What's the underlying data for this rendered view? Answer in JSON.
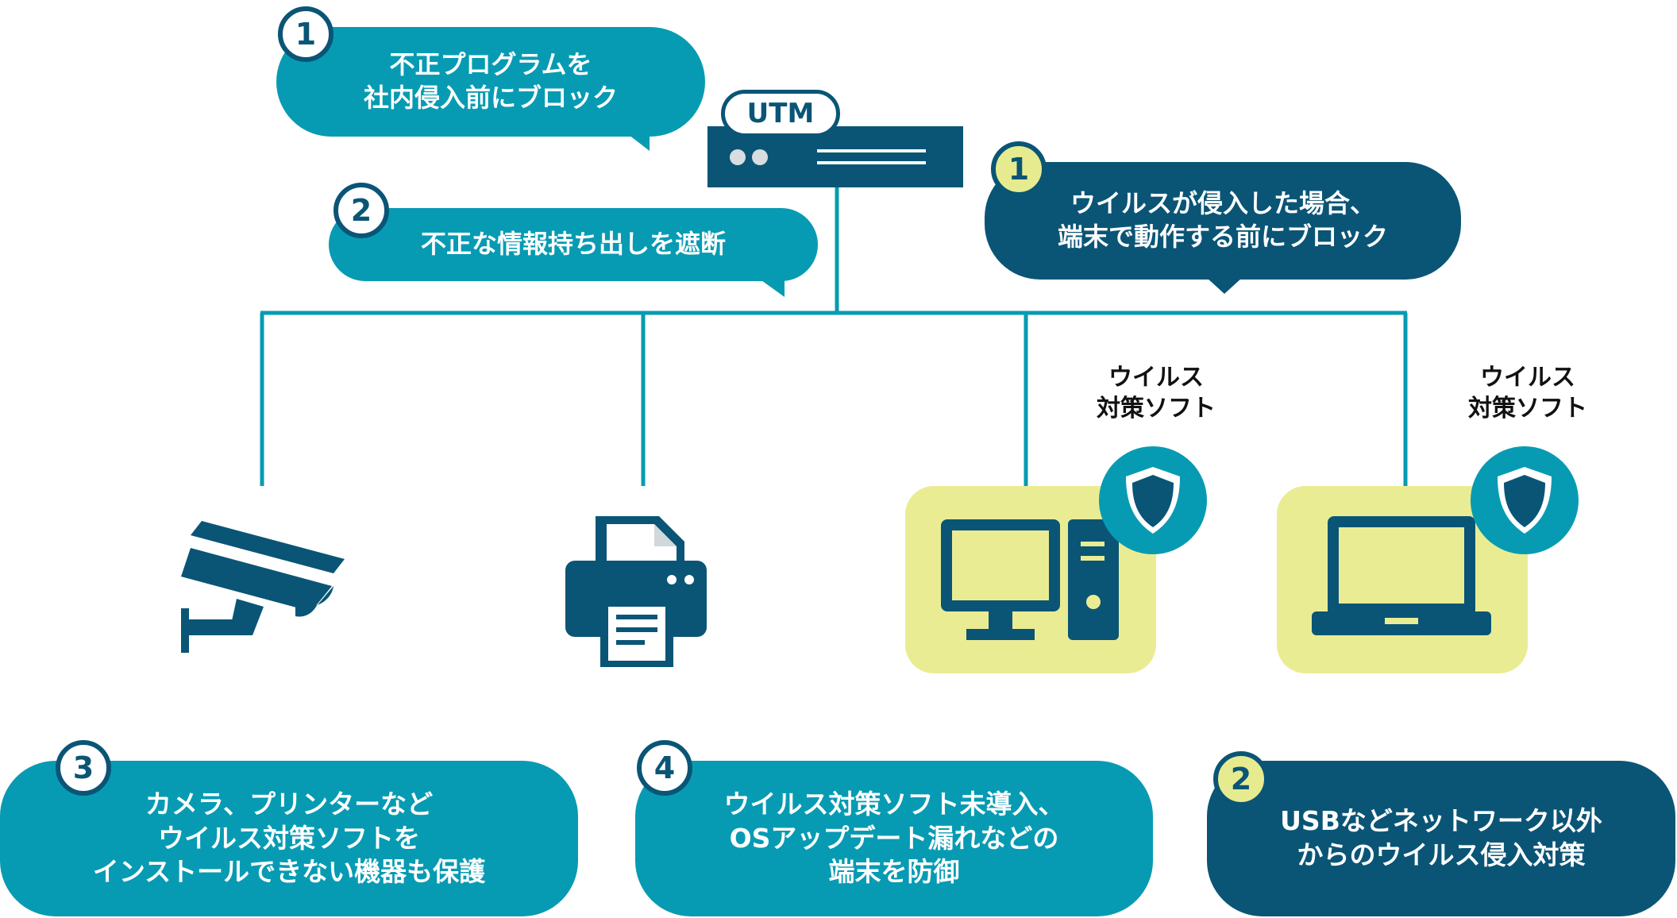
{
  "utm": {
    "label": "UTM"
  },
  "callouts": {
    "block_malware": {
      "num": "1",
      "lines": [
        "不正プログラムを",
        "社内侵入前にブロック"
      ]
    },
    "block_leak": {
      "num": "2",
      "lines": [
        "不正な情報持ち出しを遮断"
      ]
    },
    "block_virus_endpoint": {
      "num": "1",
      "lines": [
        "ウイルスが侵入した場合、",
        "端末で動作する前にブロック"
      ]
    },
    "protect_devices": {
      "num": "3",
      "lines": [
        "カメラ、プリンターなど",
        "ウイルス対策ソフトを",
        "インストールできない機器も保護"
      ]
    },
    "protect_unpatched": {
      "num": "4",
      "lines": [
        "ウイルス対策ソフト未導入、",
        "OSアップデート漏れなどの",
        "端末を防御"
      ]
    },
    "usb_protection": {
      "num": "2",
      "lines": [
        "USBなどネットワーク以外",
        "からのウイルス侵入対策"
      ]
    }
  },
  "antivirus_label": {
    "line1": "ウイルス",
    "line2": "対策ソフト"
  },
  "colors": {
    "teal": "#079bb3",
    "navy": "#0a5576",
    "yellow": "#eaec94"
  },
  "icons": [
    "camera-icon",
    "printer-icon",
    "desktop-pc-icon",
    "laptop-icon",
    "shield-icon"
  ]
}
